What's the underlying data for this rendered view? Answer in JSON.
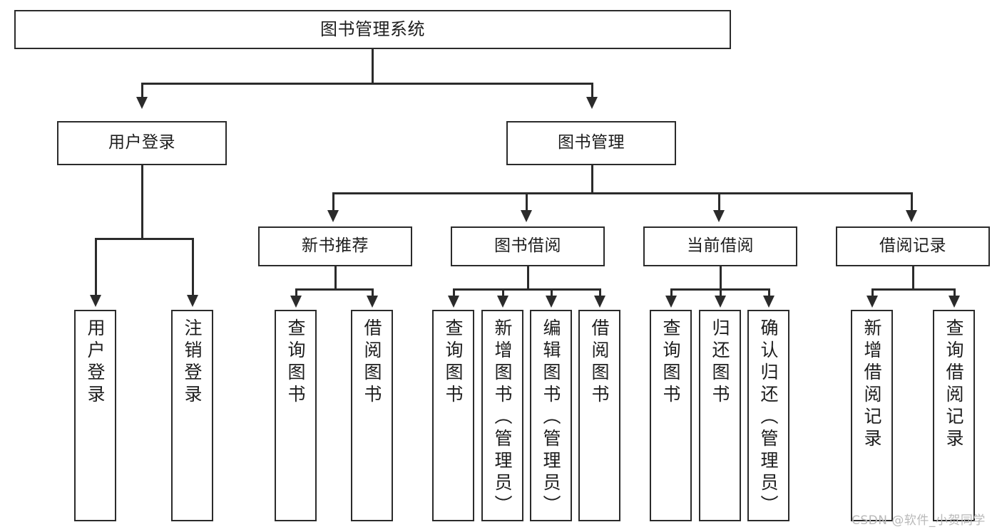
{
  "diagram": {
    "title": "图书管理系统",
    "type": "hierarchy-tree",
    "root": {
      "label": "图书管理系统"
    },
    "level2": [
      {
        "label": "用户登录"
      },
      {
        "label": "图书管理"
      }
    ],
    "level3": [
      {
        "label": "新书推荐"
      },
      {
        "label": "图书借阅"
      },
      {
        "label": "当前借阅"
      },
      {
        "label": "借阅记录"
      }
    ],
    "leaves": {
      "user_login": [
        {
          "label": "用户登录"
        },
        {
          "label": "注销登录"
        }
      ],
      "new_book_recommend": [
        {
          "label": "查询图书"
        },
        {
          "label": "借阅图书"
        }
      ],
      "book_borrow": [
        {
          "label": "查询图书"
        },
        {
          "label": "新增图书（管理员）"
        },
        {
          "label": "编辑图书（管理员）"
        },
        {
          "label": "借阅图书"
        }
      ],
      "current_borrow": [
        {
          "label": "查询图书"
        },
        {
          "label": "归还图书"
        },
        {
          "label": "确认归还（管理员）"
        }
      ],
      "borrow_record": [
        {
          "label": "新增借阅记录"
        },
        {
          "label": "查询借阅记录"
        }
      ]
    }
  },
  "watermark": {
    "text": "CSDN @软件_小贺同学"
  },
  "colors": {
    "stroke": "#2b2b2b",
    "fill": "#ffffff",
    "text": "#1d1d1d",
    "watermark": "#b9b9b9"
  }
}
